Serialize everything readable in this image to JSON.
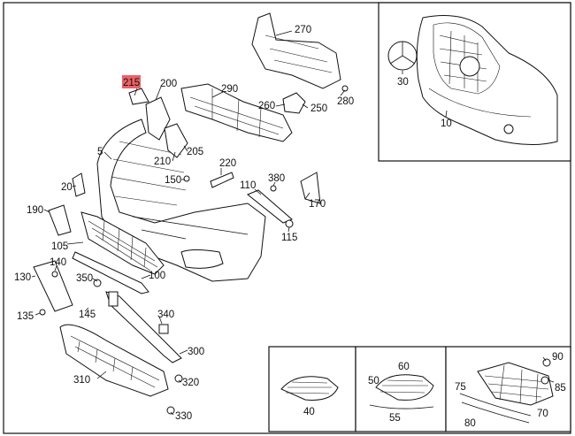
{
  "labels": {
    "p215": "215",
    "p200": "200",
    "p270": "270",
    "p290": "290",
    "p260": "260",
    "p250": "250",
    "p280": "280",
    "p5": "5",
    "p205": "205",
    "p210": "210",
    "p220": "220",
    "p150": "150",
    "p380": "380",
    "p110": "110",
    "p170": "170",
    "p115": "115",
    "p20": "20",
    "p190": "190",
    "p105": "105",
    "p140": "140",
    "p130": "130",
    "p350": "350",
    "p100": "100",
    "p145": "145",
    "p135": "135",
    "p340": "340",
    "p300": "300",
    "p310": "310",
    "p320": "320",
    "p330": "330",
    "p30": "30",
    "p10": "10",
    "p40": "40",
    "p50": "50",
    "p60": "60",
    "p55": "55",
    "p75": "75",
    "p80": "80",
    "p90": "90",
    "p85": "85",
    "p70": "70"
  },
  "highlight": {
    "part": "215",
    "color": "#e8474b"
  }
}
